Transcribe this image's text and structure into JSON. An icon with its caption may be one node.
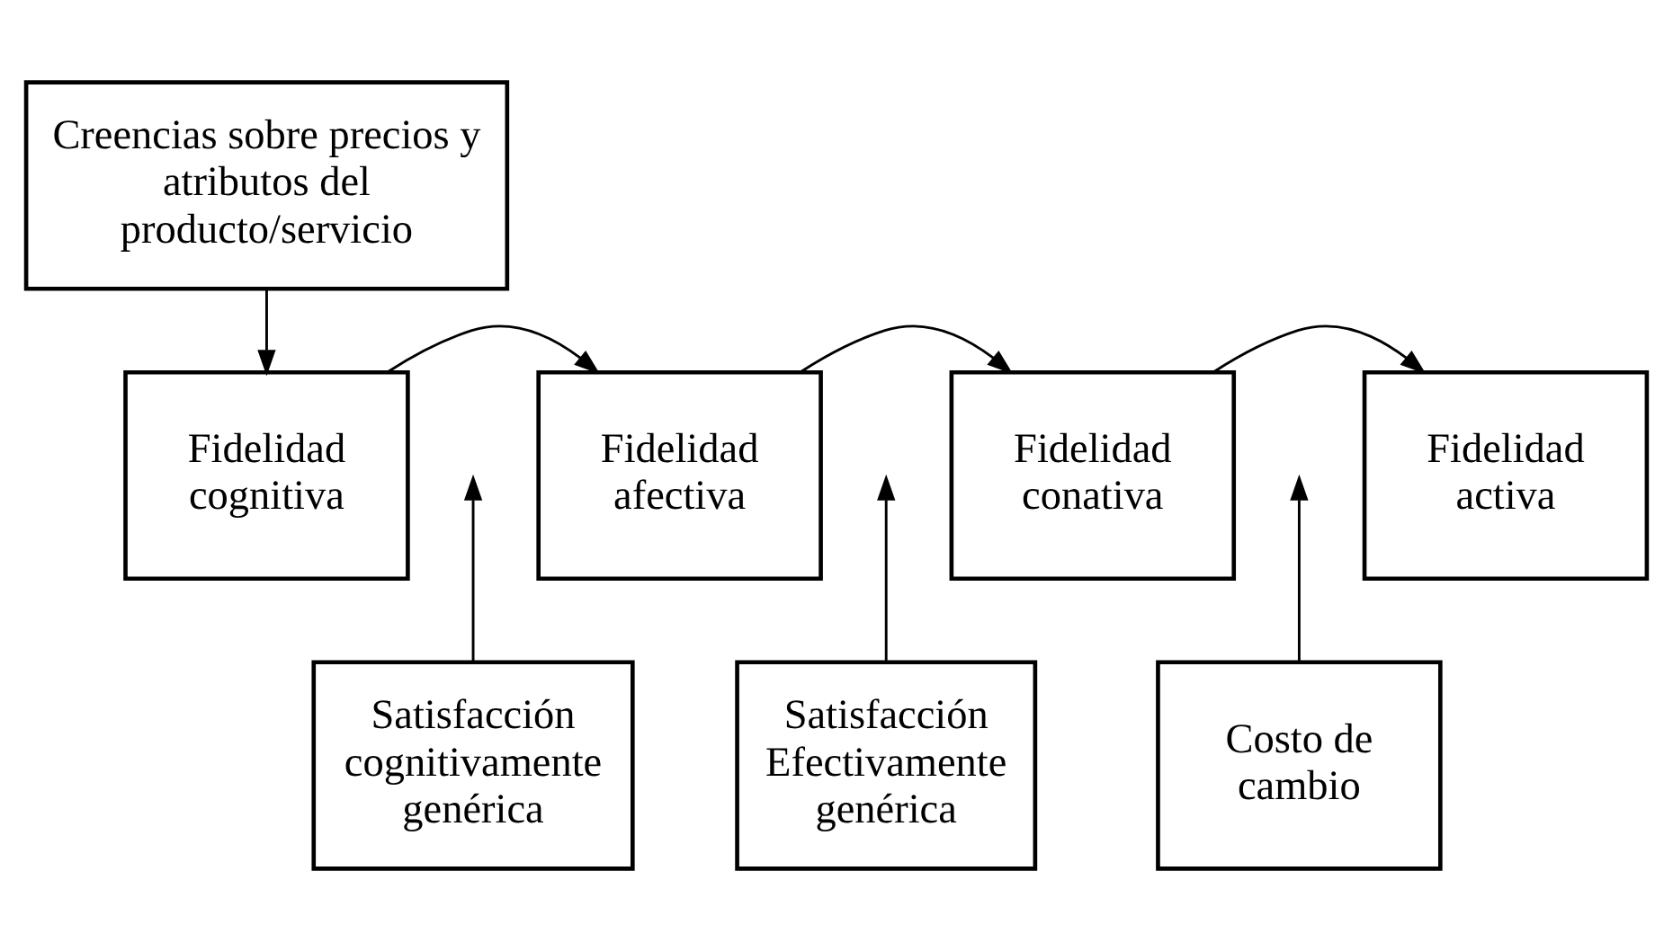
{
  "diagram": {
    "nodes": [
      {
        "text": [
          "Creencias sobre precios y atributos del producto/servicio"
        ]
      },
      {
        "text": [
          "Fidelidad cognitiva"
        ]
      },
      {
        "text": [
          "Fidelidad afectiva"
        ]
      },
      {
        "text": [
          "Fidelidad conativa"
        ]
      },
      {
        "text": [
          "Fidelidad activa"
        ]
      },
      {
        "text": [
          "Satisfacción cognitivamente genérica"
        ]
      },
      {
        "text": [
          "Satisfacción Efectivamente genérica"
        ]
      },
      {
        "text": [
          "Costo de cambio"
        ]
      }
    ],
    "edges": [
      {
        "from": 0,
        "to": 1,
        "arrow": "to"
      },
      {
        "from": 1,
        "to": 2,
        "arrow": "to"
      },
      {
        "from": 2,
        "to": 3,
        "arrow": "to"
      },
      {
        "from": 3,
        "to": 4,
        "arrow": "to"
      },
      {
        "from": 5,
        "to": null,
        "arrow": "to"
      },
      {
        "from": 6,
        "to": null,
        "arrow": "to"
      },
      {
        "from": 7,
        "to": null,
        "arrow": "to"
      }
    ]
  }
}
